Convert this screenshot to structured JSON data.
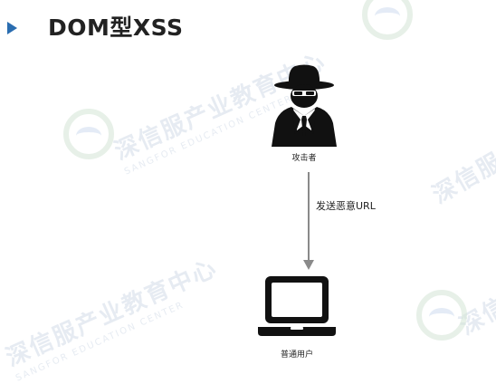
{
  "slide": {
    "title": "DOM型XSS",
    "bullet_icon": "triangle-bullet-icon",
    "accent_color": "#2a6db0"
  },
  "diagram": {
    "attacker": {
      "icon": "hacker-spy-icon",
      "label": "攻击者"
    },
    "arrow": {
      "label": "发送恶意URL",
      "color": "#8a8a8a"
    },
    "victim": {
      "icon": "laptop-icon",
      "label": "普通用户"
    }
  },
  "watermark": {
    "text_cn": "深信服产业教育中心",
    "text_en": "SANGFOR EDUCATION CENTER"
  }
}
